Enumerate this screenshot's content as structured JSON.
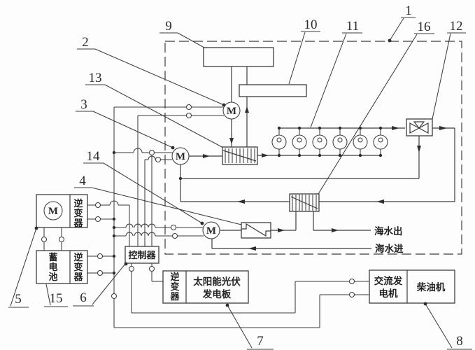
{
  "title": "ship solar air-conditioning system schematic",
  "callouts": {
    "c1": "1",
    "c2": "2",
    "c3": "3",
    "c4": "4",
    "c5": "5",
    "c6": "6",
    "c7": "7",
    "c8": "8",
    "c9": "9",
    "c10": "10",
    "c11": "11",
    "c12": "12",
    "c13": "13",
    "c14": "14",
    "c15": "15",
    "c16": "16"
  },
  "components": {
    "motor_label": "M",
    "inverter_chars": [
      "逆",
      "变",
      "器"
    ],
    "battery_chars": [
      "蓄",
      "电",
      "池"
    ],
    "controller": "控制器",
    "solar_line1": "太阳能光伏",
    "solar_line2": "发电板",
    "generator_line1": "交流发",
    "generator_line2": "电机",
    "diesel_engine": "柴油机",
    "seawater_out": "海水出",
    "seawater_in": "海水进"
  },
  "colors": {
    "line": "#3c3c3c",
    "background": "#fdfdfd"
  }
}
